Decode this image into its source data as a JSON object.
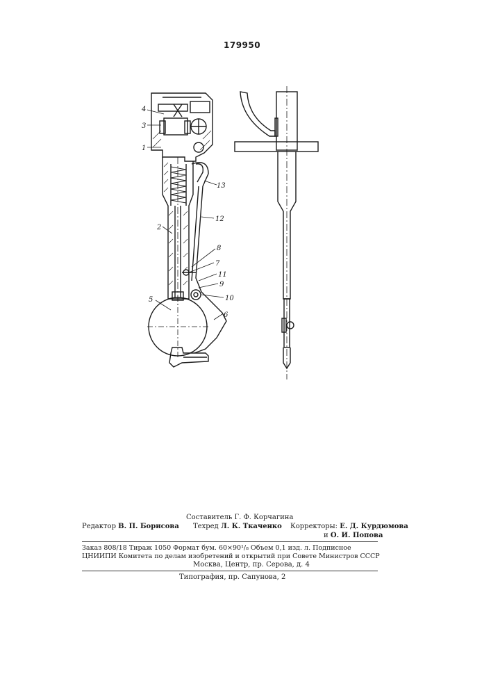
{
  "patent_number": "179950",
  "figure_labels": {
    "l1": "1",
    "l2": "2",
    "l3": "3",
    "l4": "4",
    "l5": "5",
    "l6": "6",
    "l7": "7",
    "l8": "8",
    "l9": "9",
    "l10": "10",
    "l11": "11",
    "l12": "12",
    "l13": "13"
  },
  "colophon": {
    "compiler_label": "Составитель",
    "compiler_name": "Г. Ф. Корчагина",
    "editor_label": "Редактор",
    "editor_name": "В. П. Борисова",
    "techred_label": "Техред",
    "techred_name": "Л. К. Ткаченко",
    "proof_label": "Корректоры:",
    "proof_name_1": "Е. Д. Курдюмова",
    "proof_conj": "и",
    "proof_name_2": "О. И. Попова",
    "order_line": "Заказ 808/18   Тираж 1050   Формат бум. 60×90¹/₈   Объем 0,1 изд. л.   Подписное",
    "org_line": "ЦНИИПИ Комитета по делам изобретений и открытий при Совете Министров СССР",
    "address_line": "Москва, Центр, пр. Серова, д. 4",
    "printer_line": "Типография, пр. Сапунова, 2"
  }
}
